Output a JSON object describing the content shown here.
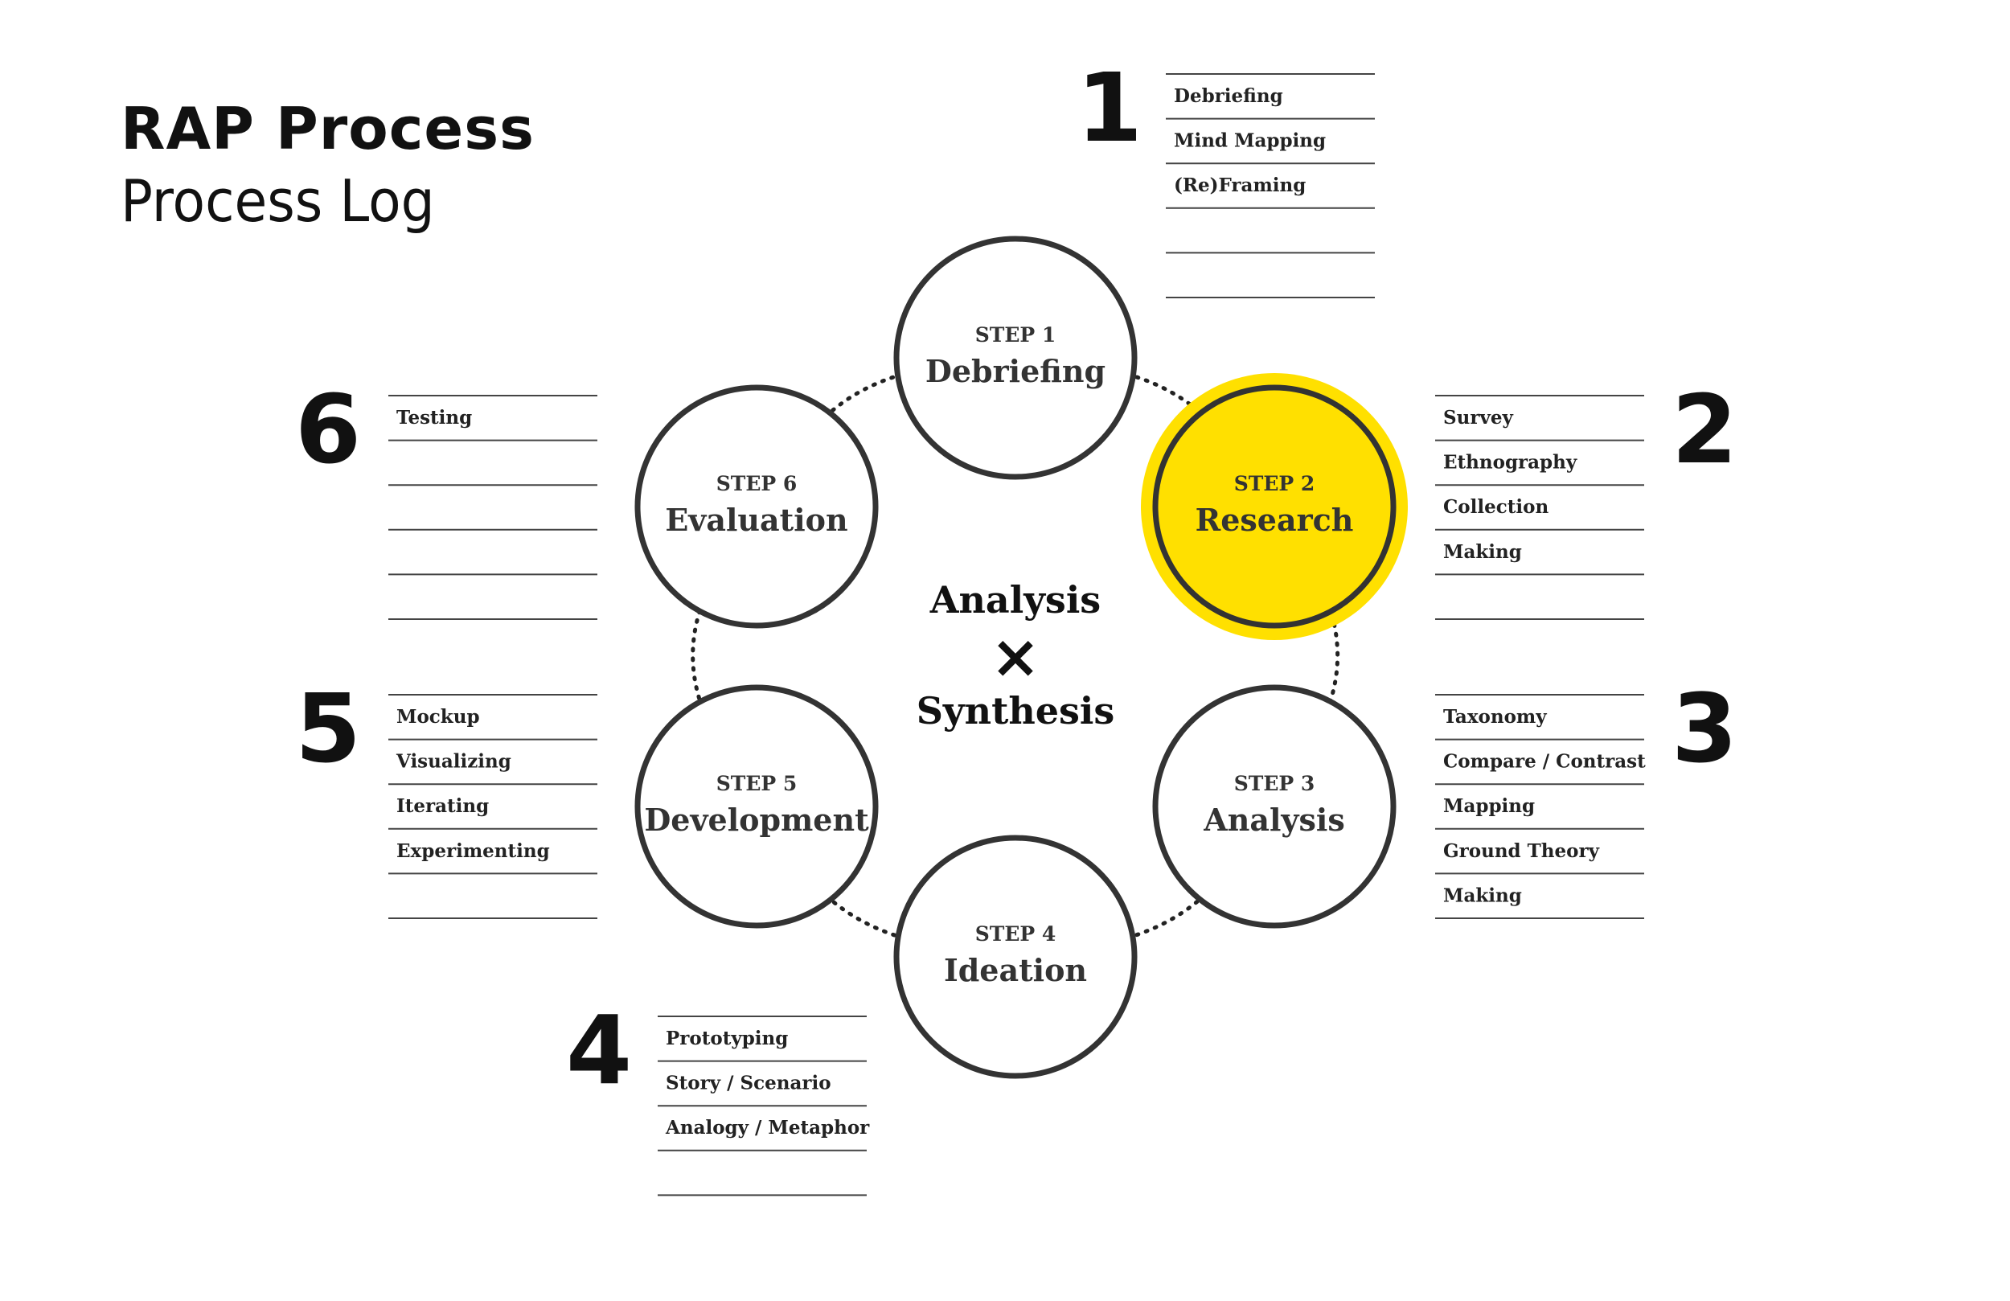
{
  "header": {
    "title": "RAP Process",
    "subtitle": "Process Log"
  },
  "center": {
    "line1": "Analysis",
    "symbol": "×",
    "line2": "Synthesis"
  },
  "colors": {
    "highlight": "#FFE000",
    "stroke": "#333333",
    "text": "#111111"
  },
  "steps": [
    {
      "step": "STEP 1",
      "name": "Debriefing",
      "number": "1",
      "highlighted": false,
      "items": [
        "Debriefing",
        "Mind Mapping",
        "(Re)Framing",
        "",
        ""
      ]
    },
    {
      "step": "STEP 2",
      "name": "Research",
      "number": "2",
      "highlighted": true,
      "items": [
        "Survey",
        "Ethnography",
        "Collection",
        "Making",
        ""
      ]
    },
    {
      "step": "STEP 3",
      "name": "Analysis",
      "number": "3",
      "highlighted": false,
      "items": [
        "Taxonomy",
        "Compare / Contrast",
        "Mapping",
        "Ground Theory",
        "Making"
      ]
    },
    {
      "step": "STEP 4",
      "name": "Ideation",
      "number": "4",
      "highlighted": false,
      "items": [
        "Prototyping",
        "Story / Scenario",
        "Analogy / Metaphor",
        ""
      ]
    },
    {
      "step": "STEP 5",
      "name": "Development",
      "number": "5",
      "highlighted": false,
      "items": [
        "Mockup",
        "Visualizing",
        "Iterating",
        "Experimenting",
        ""
      ]
    },
    {
      "step": "STEP 6",
      "name": "Evaluation",
      "number": "6",
      "highlighted": false,
      "items": [
        "Testing",
        "",
        "",
        "",
        ""
      ]
    }
  ]
}
